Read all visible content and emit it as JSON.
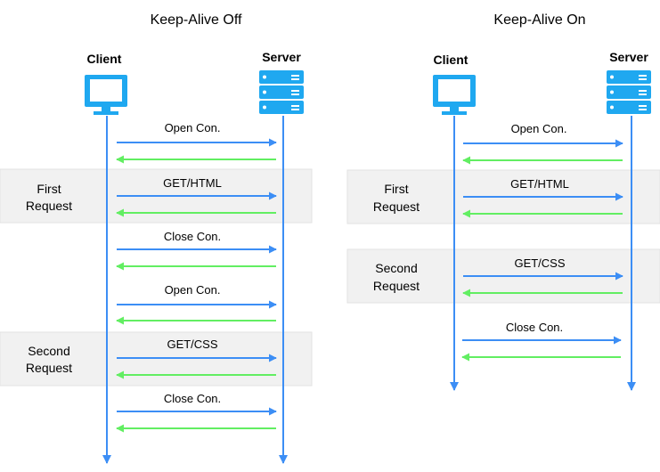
{
  "colors": {
    "request_arrow": "#3c8ef5",
    "response_arrow": "#62ee62",
    "timeline": "#3c8ef5",
    "band_fill": "#f1f1f1",
    "icon": "#1fa8f0"
  },
  "panels": [
    {
      "title": "Keep-Alive Off",
      "client_label": "Client",
      "server_label": "Server",
      "bands": [
        {
          "label_lines": [
            "First",
            "Request"
          ]
        },
        {
          "label_lines": [
            "Second",
            "Request"
          ]
        }
      ],
      "exchanges": [
        {
          "label": "Open Con."
        },
        {
          "label": "GET/HTML"
        },
        {
          "label": "Close Con."
        },
        {
          "label": "Open Con."
        },
        {
          "label": "GET/CSS"
        },
        {
          "label": "Close Con."
        }
      ]
    },
    {
      "title": "Keep-Alive On",
      "client_label": "Client",
      "server_label": "Server",
      "bands": [
        {
          "label_lines": [
            "First",
            "Request"
          ]
        },
        {
          "label_lines": [
            "Second",
            "Request"
          ]
        }
      ],
      "exchanges": [
        {
          "label": "Open Con."
        },
        {
          "label": "GET/HTML"
        },
        {
          "label": "GET/CSS"
        },
        {
          "label": "Close Con."
        }
      ]
    }
  ]
}
